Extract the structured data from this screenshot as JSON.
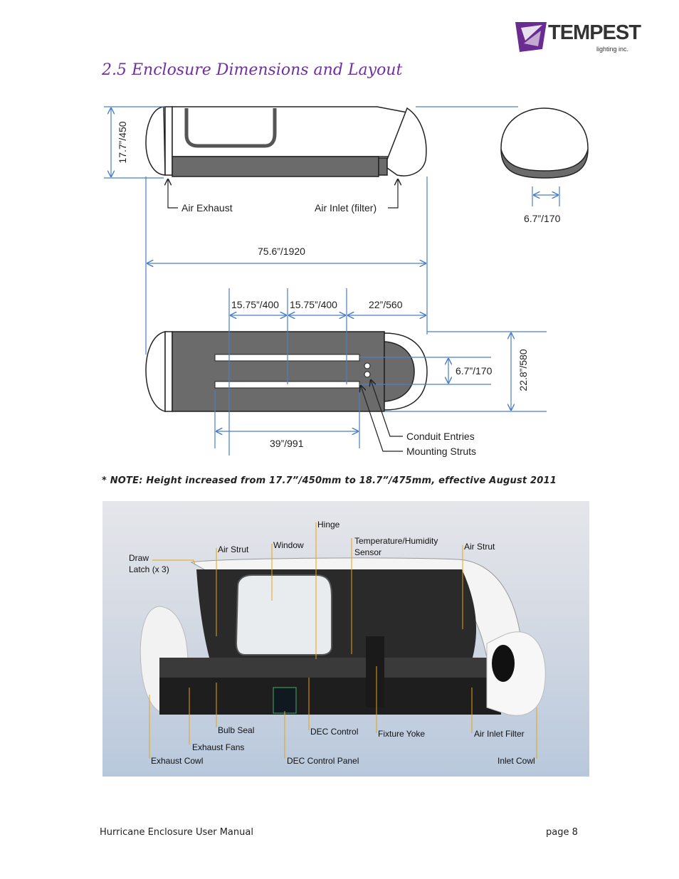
{
  "header": {
    "logo_brand": "TEMPEST",
    "logo_sub": "lighting inc.",
    "section_title": "2.5  Enclosure Dimensions and Layout"
  },
  "drawing": {
    "height_label": "17.7”/450",
    "air_exhaust": "Air Exhaust",
    "air_inlet": "Air Inlet (filter)",
    "end_width": "6.7”/170",
    "overall_length": "75.6”/1920",
    "strut_spacing_1": "15.75”/400",
    "strut_spacing_2": "15.75”/400",
    "inlet_offset": "22”/560",
    "strut_gap": "6.7”/170",
    "overall_width": "22.8”/580",
    "base_length": "39”/991",
    "conduit_entries": "Conduit Entries",
    "mounting_struts": "Mounting Struts"
  },
  "note": "* NOTE: Height increased from 17.7”/450mm to 18.7”/475mm, effective August 2011",
  "photo_labels": {
    "hinge": "Hinge",
    "draw_latch_1": "Draw",
    "draw_latch_2": "Latch (x 3)",
    "air_strut_left": "Air Strut",
    "window": "Window",
    "temp_sensor_1": "Temperature/Humidity",
    "temp_sensor_2": "Sensor",
    "air_strut_right": "Air Strut",
    "bulb_seal": "Bulb Seal",
    "dec_control": "DEC Control",
    "fixture_yoke": "Fixture Yoke",
    "air_inlet_filter": "Air Inlet Filter",
    "exhaust_fans": "Exhaust Fans",
    "exhaust_cowl": "Exhaust Cowl",
    "dec_control_panel": "DEC Control Panel",
    "inlet_cowl": "Inlet Cowl"
  },
  "footer": {
    "manual_title": "Hurricane Enclosure User Manual",
    "page": "page 8"
  },
  "colors": {
    "title": "#7030a0",
    "dimension_lines": "#4a7fc4",
    "body_gray": "#6b6b6b",
    "callout_lines": "#e8a317"
  }
}
